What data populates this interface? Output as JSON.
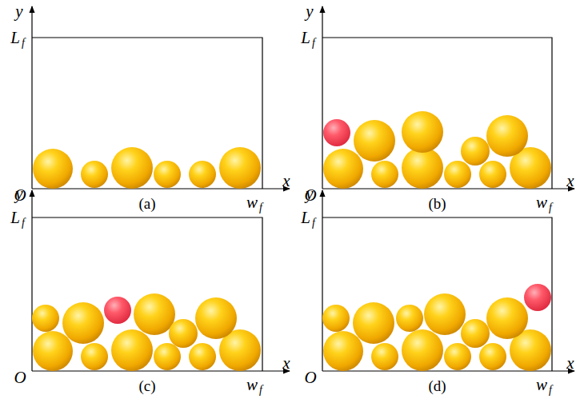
{
  "diagram": {
    "labels": [
      "y",
      "L",
      "f",
      "O",
      "x",
      "w",
      "f",
      "(a)",
      "y",
      "L",
      "f",
      "O",
      "x",
      "w",
      "f",
      "(b)",
      "y",
      "L",
      "f",
      "O",
      "x",
      "w",
      "f",
      "(c)",
      "y",
      "L",
      "f",
      "O",
      "x",
      "w",
      "f",
      "(d)"
    ]
  }
}
